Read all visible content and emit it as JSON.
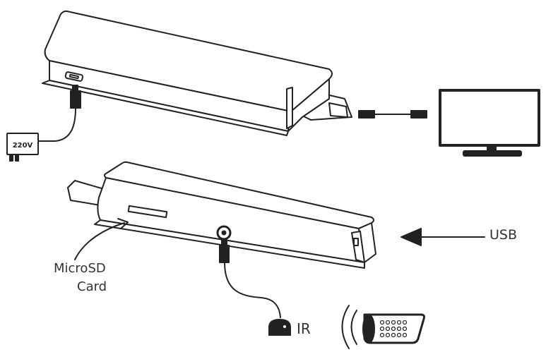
{
  "diagram": {
    "labels": {
      "power_adapter": "220V",
      "usb": "USB",
      "microsd_line1": "MicroSD",
      "microsd_line2": "Card",
      "ir": "IR"
    },
    "colors": {
      "stroke": "#222222",
      "fill": "#ffffff",
      "text": "#333333"
    },
    "icons": [
      "power-adapter-icon",
      "monitor-icon",
      "ir-receiver-icon",
      "remote-control-icon",
      "arrow-left-icon"
    ]
  }
}
